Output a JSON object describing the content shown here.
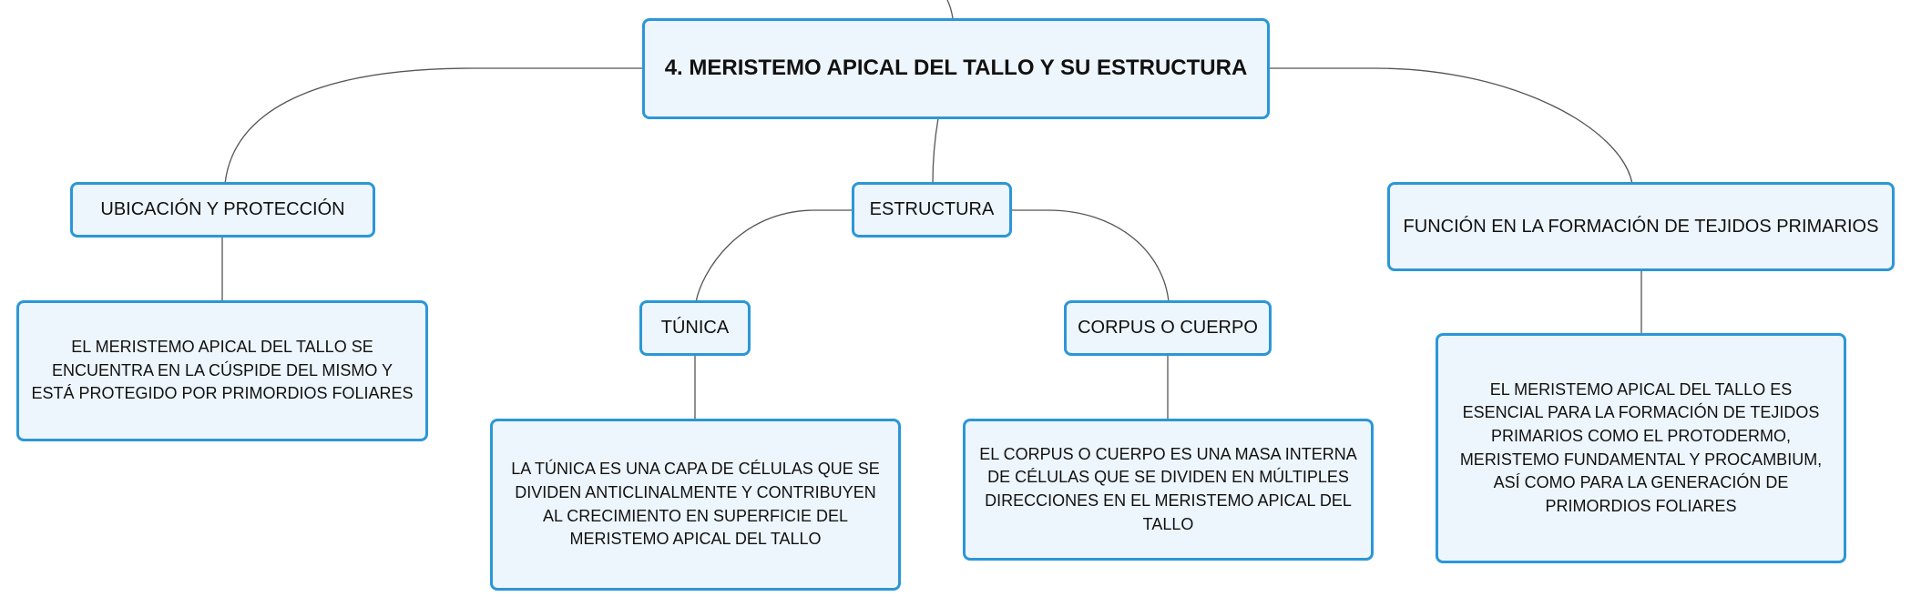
{
  "mind_map": {
    "root": {
      "label": "4. MERISTEMO APICAL DEL TALLO Y SU ESTRUCTURA"
    },
    "ubicacion": {
      "label": "UBICACIÓN Y PROTECCIÓN",
      "description": "EL MERISTEMO APICAL DEL TALLO SE ENCUENTRA EN LA CÚSPIDE DEL MISMO Y ESTÁ PROTEGIDO POR PRIMORDIOS FOLIARES"
    },
    "estructura": {
      "label": "ESTRUCTURA",
      "tunica": {
        "label": "TÚNICA",
        "description": "LA TÚNICA ES UNA CAPA DE CÉLULAS QUE SE DIVIDEN ANTICLINALMENTE Y CONTRIBUYEN AL CRECIMIENTO EN SUPERFICIE DEL MERISTEMO APICAL DEL TALLO"
      },
      "corpus": {
        "label": "CORPUS O CUERPO",
        "description": "EL CORPUS O CUERPO ES UNA MASA INTERNA DE CÉLULAS QUE SE DIVIDEN EN MÚLTIPLES DIRECCIONES EN EL MERISTEMO APICAL DEL TALLO"
      }
    },
    "funcion": {
      "label": "FUNCIÓN EN LA FORMACIÓN DE TEJIDOS PRIMARIOS",
      "description": "EL MERISTEMO APICAL DEL TALLO ES ESENCIAL PARA LA FORMACIÓN DE TEJIDOS PRIMARIOS COMO EL PROTODERMO, MERISTEMO FUNDAMENTAL Y PROCAMBIUM, ASÍ COMO PARA LA GENERACIÓN DE PRIMORDIOS FOLIARES"
    }
  },
  "colors": {
    "node_border": "#2b97d6",
    "node_fill": "#eef6fd",
    "connector": "#555555",
    "text": "#111111"
  }
}
